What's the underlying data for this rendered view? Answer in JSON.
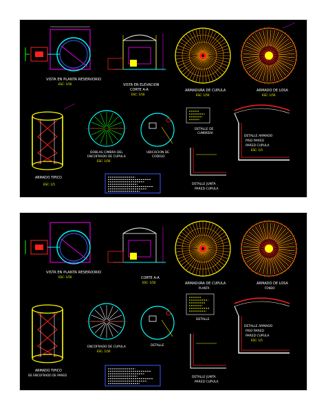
{
  "sheets": [
    {
      "labels": {
        "planta": "VISTA EN PLANTA RESERVORIO",
        "planta_esc": "ESC: 1/50",
        "elevacion": "VISTA EN ELEVACION",
        "corte": "CORTE A-A",
        "corte_esc": "ESC: 1/50",
        "cupula": "ARMADURA DE CUPULA",
        "cupula_esc": "ESC: 1/50",
        "losa": "ARMADO DE LOSA",
        "losa_esc": "ESC: 1/50",
        "detalle": "DETALLE DE",
        "detalle_sub": "CUMBRERA",
        "armado_tipico": "ARMADO TIPICO",
        "armado_tipico_esc": "ESC: 1/5",
        "encofrado": "DOBLAS CIMBRA DEL",
        "encofrado_sub": "ENCOFRADO DE CUPULA",
        "encofrado_esc": "ESC: 1/50",
        "ubicacion": "UBICACION DE",
        "ubicacion_sub": "CODIGO",
        "detalle_armado": "DETALLE ARMADO",
        "detalle_armado_sub": "PISO PARED",
        "detalle_armado_sub2": "PARED CUPULA",
        "detalle_armado_esc": "ESC: 1/5",
        "junta": "DETALLE JUNTA",
        "junta_sub": "PARED CUPULA"
      }
    },
    {
      "labels": {
        "planta": "VISTA EN PLANTA RESERVORIO",
        "planta_esc": "ESC: 1/50",
        "elevacion": "",
        "corte": "CORTE A-A",
        "corte_esc": "ESC: 1/50",
        "cupula": "ARMADURA DE CUPULA",
        "cupula_esc": "PLANTA",
        "losa": "ARMADO DE LOSA",
        "losa_esc": "FONDO",
        "detalle": "DETALLE",
        "detalle_sub": "",
        "armado_tipico": "ARMADO TIPICO",
        "armado_tipico_esc": "DE ENCOFRADO DE PARED",
        "encofrado": "ENCOFRADO DE CUPULA",
        "encofrado_sub": "",
        "encofrado_esc": "ESC: 1/50",
        "ubicacion": "DETALLE",
        "ubicacion_sub": "",
        "detalle_armado": "DETALLE ARMADO",
        "detalle_armado_sub": "PISO PARED",
        "detalle_armado_sub2": "PARED CUPULA",
        "detalle_armado_esc": "ESC: 1/5",
        "junta": "DETALLE JUNTA",
        "junta_sub": "PARED CUPULA"
      }
    }
  ],
  "colors": {
    "background": "#000000",
    "white": "#ffffff",
    "yellow": "#ffff00",
    "red": "#ff2020",
    "magenta": "#ff00ff",
    "cyan": "#00ffff",
    "green": "#00ff00",
    "blue": "#3a5cff",
    "orange": "#ff9900"
  }
}
